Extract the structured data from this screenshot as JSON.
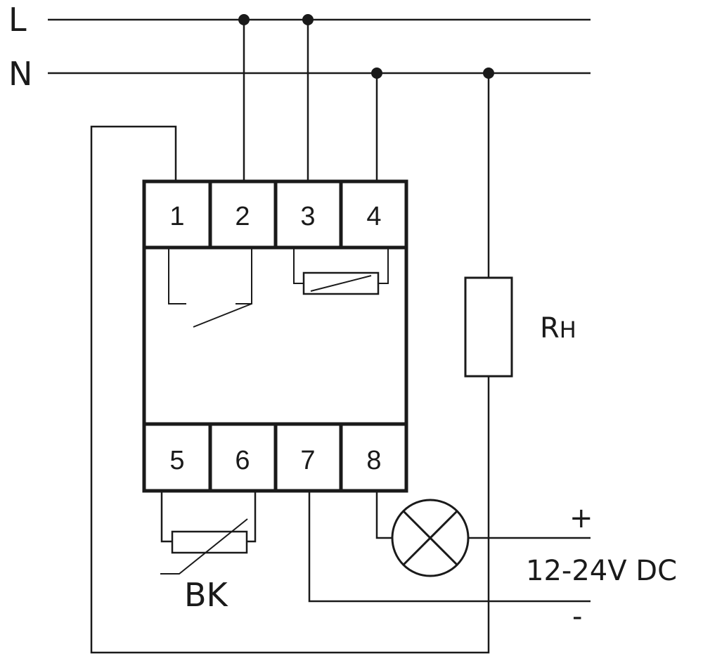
{
  "lines": {
    "L": "L",
    "N": "N"
  },
  "terminals": {
    "top": [
      "1",
      "2",
      "3",
      "4"
    ],
    "bottom": [
      "5",
      "6",
      "7",
      "8"
    ]
  },
  "components": {
    "resistor_label_main": "R",
    "resistor_label_sub": "H",
    "sensor_label": "BK"
  },
  "supply": {
    "plus": "+",
    "minus": "-",
    "voltage": "12-24V DC"
  },
  "colors": {
    "ink": "#1a1a1a",
    "background": "#ffffff"
  }
}
